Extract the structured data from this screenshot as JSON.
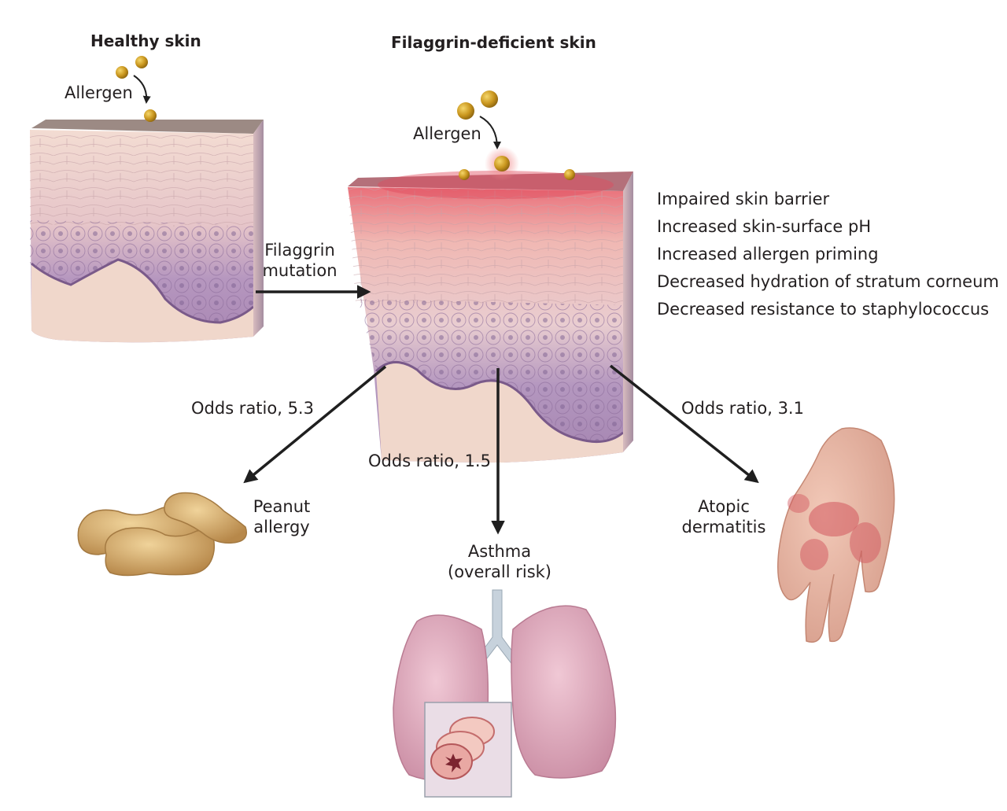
{
  "healthy": {
    "title": "Healthy skin",
    "allergen_label": "Allergen"
  },
  "deficient": {
    "title": "Filaggrin-deficient skin",
    "allergen_label": "Allergen",
    "effects": [
      "Impaired skin barrier",
      "Increased skin-surface pH",
      "Increased allergen priming",
      "Decreased hydration of stratum corneum",
      "Decreased resistance to staphylococcus"
    ]
  },
  "mutation": {
    "line1": "Filaggrin",
    "line2": "mutation"
  },
  "outcomes": {
    "peanut": {
      "odds": "Odds ratio, 5.3",
      "line1": "Peanut",
      "line2": "allergy"
    },
    "asthma": {
      "odds": "Odds ratio, 1.5",
      "line1": "Asthma",
      "line2": "(overall risk)"
    },
    "atopic": {
      "odds": "Odds ratio, 3.1",
      "line1": "Atopic",
      "line2": "dermatitis"
    }
  },
  "colors": {
    "epidermis": "#f0d3c8",
    "basal": "#a789b3",
    "dermis": "#f2dcd0",
    "inflamed": "#e2606a",
    "allergen": "#c9961e",
    "lung": "#d9a3b5",
    "peanut": "#d8b070",
    "arrow": "#1f1f1f"
  }
}
